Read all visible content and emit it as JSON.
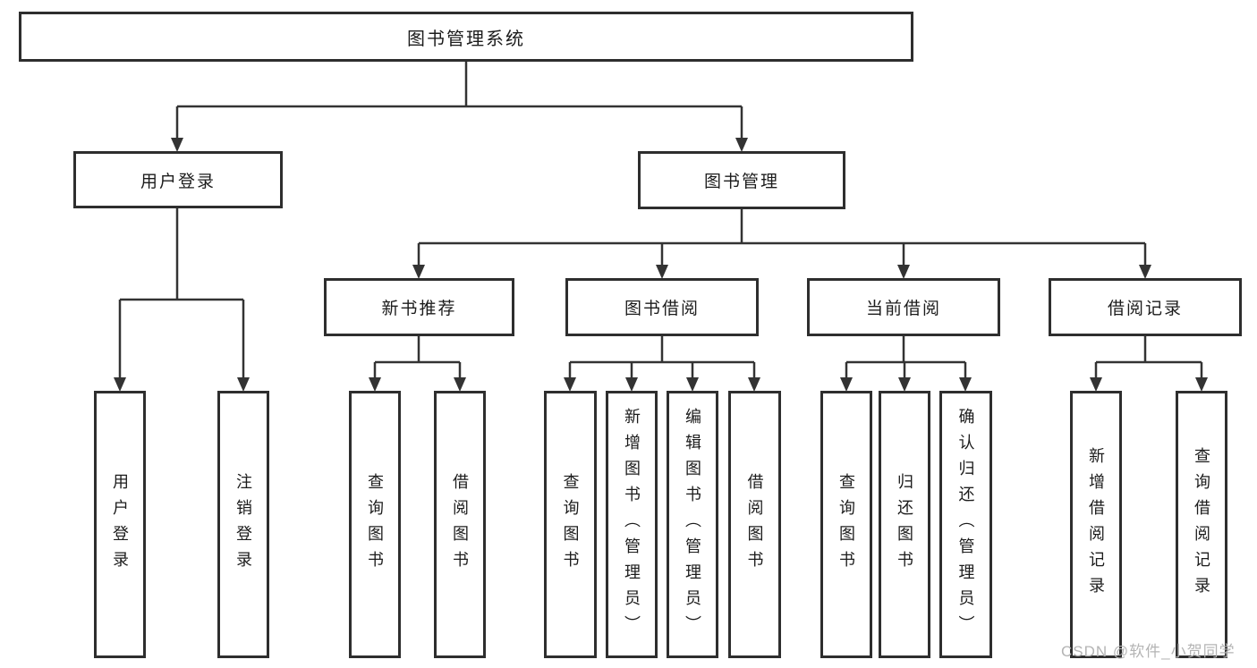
{
  "diagram_title": "图书管理系统",
  "nodes": {
    "root": "图书管理系统",
    "user_login": "用户登录",
    "book_mgmt": "图书管理",
    "new_book_rec": "新书推荐",
    "book_borrow": "图书借阅",
    "current_borrow": "当前借阅",
    "borrow_records": "借阅记录",
    "leaf_user_login": "用户登录",
    "leaf_logout": "注销登录",
    "leaf_query_book_1": "查询图书",
    "leaf_borrow_book_1": "借阅图书",
    "leaf_query_book_2": "查询图书",
    "leaf_add_book": "新增图书（管理员）",
    "leaf_edit_book": "编辑图书（管理员）",
    "leaf_borrow_book_2": "借阅图书",
    "leaf_query_book_3": "查询图书",
    "leaf_return_book": "归还图书",
    "leaf_confirm_return": "确认归还（管理员）",
    "leaf_add_record": "新增借阅记录",
    "leaf_query_record": "查询借阅记录"
  },
  "tree": {
    "图书管理系统": {
      "用户登录": [
        "用户登录",
        "注销登录"
      ],
      "图书管理": {
        "新书推荐": [
          "查询图书",
          "借阅图书"
        ],
        "图书借阅": [
          "查询图书",
          "新增图书（管理员）",
          "编辑图书（管理员）",
          "借阅图书"
        ],
        "当前借阅": [
          "查询图书",
          "归还图书",
          "确认归还（管理员）"
        ],
        "借阅记录": [
          "新增借阅记录",
          "查询借阅记录"
        ]
      }
    }
  },
  "watermark": {
    "text": "CSDN @软件_小贺同学",
    "color": "#b4b4b4"
  },
  "colors": {
    "line": "#333333",
    "box_border": "#2e2e2e",
    "box_fill": "#ffffff",
    "text": "#1c1c1c",
    "background": "#ffffff"
  }
}
